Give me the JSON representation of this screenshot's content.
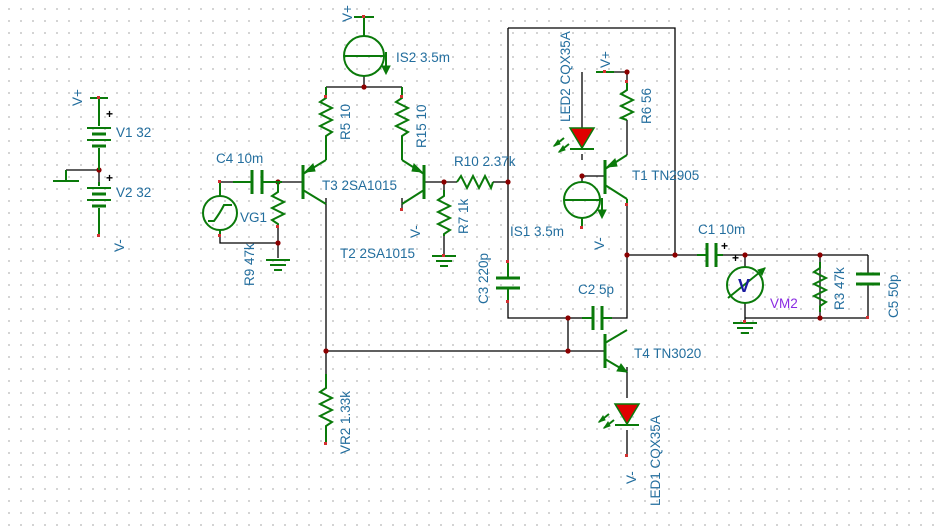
{
  "rails": {
    "vplus": "V+",
    "vminus": "V-"
  },
  "sources": {
    "v1": "V1 32",
    "v2": "V2 32",
    "is2": "IS2 3.5m",
    "is1": "IS1 3.5m",
    "vg1": "VG1"
  },
  "resistors": {
    "r5": "R5 10",
    "r15": "R15 10",
    "r10": "R10 2.37k",
    "r7": "R7 1k",
    "r9": "R9 47k",
    "r6": "R6 56",
    "r3": "R3 47k",
    "vr2": "VR2 1.33k"
  },
  "capacitors": {
    "c4": "C4 10m",
    "c3": "C3 220p",
    "c2": "C2 5p",
    "c1": "C1 10m",
    "c5": "C5 50p"
  },
  "transistors": {
    "t3": "T3 2SA1015",
    "t2": "T2 2SA1015",
    "t1": "T1 TN2905",
    "t4": "T4 TN3020"
  },
  "leds": {
    "led2": "LED2 CQX35A",
    "led1": "LED1 CQX35A"
  },
  "meter": {
    "vm2": "VM2",
    "symbol": "V"
  },
  "polarity": {
    "plus": "+"
  },
  "colors": {
    "wire": "#000000",
    "component": "#0a7a0a",
    "label": "#236e9e",
    "led_fill": "#e00000",
    "meter_label": "#8a2be2",
    "junction": "#8b0000"
  }
}
